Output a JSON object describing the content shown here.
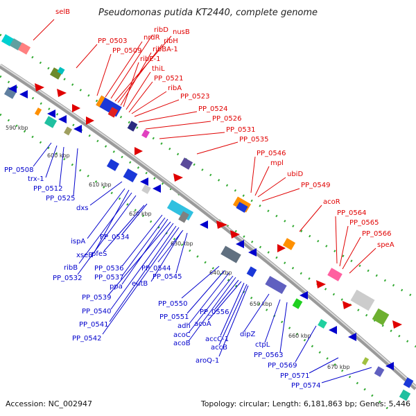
{
  "title": "Pseudomonas putida KT2440, complete genome",
  "footer": {
    "accession": "Accession: NC_002947",
    "topology": "Topology: circular; Length: 6,181,863 bp; Genes: 5,446"
  },
  "ticks": [
    "590 kbp",
    "600 kbp",
    "610 kbp",
    "620 kbp",
    "630 kbp",
    "640 kbp",
    "650 kbp",
    "660 kbp",
    "670 kbp"
  ],
  "top_labels": [
    "selB",
    "PP_0503",
    "PP_0509",
    "nrdR",
    "ribD",
    "nusB",
    "ribH",
    "ribBA-1",
    "ribE-1",
    "thiL",
    "PP_0521",
    "ribA",
    "PP_0523",
    "PP_0524",
    "PP_0526",
    "PP_0531",
    "PP_0535",
    "PP_0546",
    "mpl",
    "ubiD",
    "PP_0549",
    "acoR",
    "PP_0564",
    "PP_0565",
    "PP_0566",
    "speA"
  ],
  "bottom_labels": [
    "PP_0508",
    "trx-1",
    "PP_0512",
    "PP_0525",
    "dxs",
    "ispA",
    "xseB",
    "ribB",
    "PP_0532",
    "PP_0534",
    "pfeS",
    "PP_0536",
    "PP_0537",
    "ppa",
    "PP_0539",
    "PP_0540",
    "PP_0541",
    "PP_0542",
    "PP_0544",
    "eutB",
    "PP_0545",
    "PP_0550",
    "PP_0551",
    "adh",
    "acoC",
    "acoB",
    "PP_0556",
    "acoA",
    "accC-1",
    "accB",
    "aroQ-1",
    "dipZ",
    "ctpL",
    "PP_0563",
    "PP_0569",
    "PP_0571",
    "PP_0574"
  ],
  "colors": {
    "forward": "#e00000",
    "reverse": "#0000cc",
    "backbone": "#999999",
    "dots": "#33aa33"
  }
}
